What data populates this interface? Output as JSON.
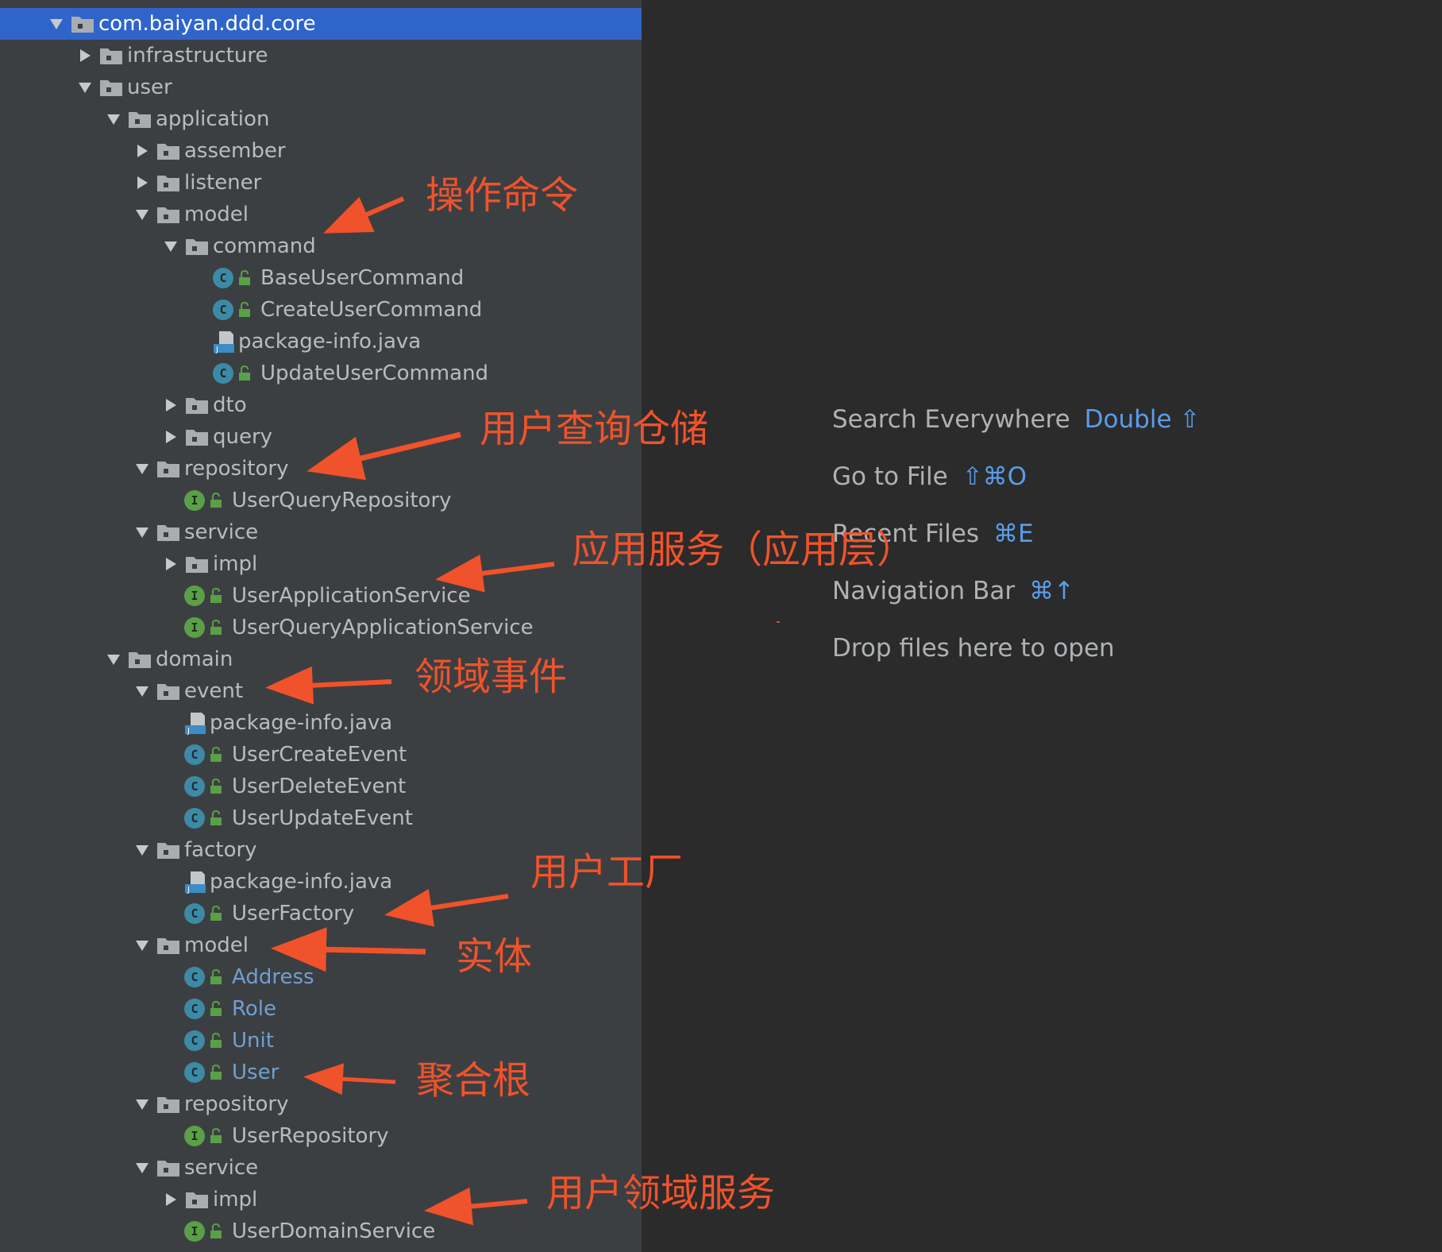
{
  "colors": {
    "tree_bg": "#3c3f41",
    "editor_bg": "#2b2b2b",
    "selection": "#2f65ca",
    "text": "#bbbbbb",
    "linked_text": "#6f9fd2",
    "shortcut": "#5a9de9",
    "annotation": "#f0522b",
    "class_icon": "#3d8aa6",
    "interface_icon": "#59a047"
  },
  "tree": [
    {
      "label": "com.baiyan.ddd.core",
      "type": "folder",
      "depth": 0,
      "expanded": true,
      "selected": true
    },
    {
      "label": "infrastructure",
      "type": "folder",
      "depth": 1,
      "expanded": false
    },
    {
      "label": "user",
      "type": "folder",
      "depth": 1,
      "expanded": true
    },
    {
      "label": "application",
      "type": "folder",
      "depth": 2,
      "expanded": true
    },
    {
      "label": "assember",
      "type": "folder",
      "depth": 3,
      "expanded": false
    },
    {
      "label": "listener",
      "type": "folder",
      "depth": 3,
      "expanded": false
    },
    {
      "label": "model",
      "type": "folder",
      "depth": 3,
      "expanded": true
    },
    {
      "label": "command",
      "type": "folder",
      "depth": 4,
      "expanded": true
    },
    {
      "label": "BaseUserCommand",
      "type": "class",
      "depth": 5
    },
    {
      "label": "CreateUserCommand",
      "type": "class",
      "depth": 5
    },
    {
      "label": "package-info.java",
      "type": "java",
      "depth": 5
    },
    {
      "label": "UpdateUserCommand",
      "type": "class",
      "depth": 5
    },
    {
      "label": "dto",
      "type": "folder",
      "depth": 4,
      "expanded": false
    },
    {
      "label": "query",
      "type": "folder",
      "depth": 4,
      "expanded": false
    },
    {
      "label": "repository",
      "type": "folder",
      "depth": 3,
      "expanded": true
    },
    {
      "label": "UserQueryRepository",
      "type": "interface",
      "depth": 4
    },
    {
      "label": "service",
      "type": "folder",
      "depth": 3,
      "expanded": true
    },
    {
      "label": "impl",
      "type": "folder",
      "depth": 4,
      "expanded": false
    },
    {
      "label": "UserApplicationService",
      "type": "interface",
      "depth": 4
    },
    {
      "label": "UserQueryApplicationService",
      "type": "interface",
      "depth": 4
    },
    {
      "label": "domain",
      "type": "folder",
      "depth": 2,
      "expanded": true
    },
    {
      "label": "event",
      "type": "folder",
      "depth": 3,
      "expanded": true
    },
    {
      "label": "package-info.java",
      "type": "java",
      "depth": 4
    },
    {
      "label": "UserCreateEvent",
      "type": "class",
      "depth": 4
    },
    {
      "label": "UserDeleteEvent",
      "type": "class",
      "depth": 4
    },
    {
      "label": "UserUpdateEvent",
      "type": "class",
      "depth": 4
    },
    {
      "label": "factory",
      "type": "folder",
      "depth": 3,
      "expanded": true
    },
    {
      "label": "package-info.java",
      "type": "java",
      "depth": 4
    },
    {
      "label": "UserFactory",
      "type": "class",
      "depth": 4
    },
    {
      "label": "model",
      "type": "folder",
      "depth": 3,
      "expanded": true
    },
    {
      "label": "Address",
      "type": "class",
      "depth": 4,
      "linked": true
    },
    {
      "label": "Role",
      "type": "class",
      "depth": 4,
      "linked": true
    },
    {
      "label": "Unit",
      "type": "class",
      "depth": 4,
      "linked": true
    },
    {
      "label": "User",
      "type": "class",
      "depth": 4,
      "linked": true
    },
    {
      "label": "repository",
      "type": "folder",
      "depth": 3,
      "expanded": true
    },
    {
      "label": "UserRepository",
      "type": "interface",
      "depth": 4
    },
    {
      "label": "service",
      "type": "folder",
      "depth": 3,
      "expanded": true
    },
    {
      "label": "impl",
      "type": "folder",
      "depth": 4,
      "expanded": false
    },
    {
      "label": "UserDomainService",
      "type": "interface",
      "depth": 4
    }
  ],
  "editor": {
    "hints": [
      {
        "label": "Search Everywhere",
        "shortcut": "Double ⇧"
      },
      {
        "label": "Go to File",
        "shortcut": "⇧⌘O"
      },
      {
        "label": "Recent Files",
        "shortcut": "⌘E"
      },
      {
        "label": "Navigation Bar",
        "shortcut": "⌘↑"
      },
      {
        "label": "Drop files here to open",
        "shortcut": ""
      }
    ]
  },
  "annotations": [
    {
      "id": "command",
      "text": "操作命令"
    },
    {
      "id": "query-repository",
      "text": "用户查询仓储"
    },
    {
      "id": "application-service",
      "text": "应用服务（应用层）"
    },
    {
      "id": "domain-event",
      "text": "领域事件"
    },
    {
      "id": "user-factory",
      "text": "用户工厂"
    },
    {
      "id": "entity",
      "text": "实体"
    },
    {
      "id": "aggregate-root",
      "text": "聚合根"
    },
    {
      "id": "domain-service",
      "text": "用户领域服务"
    }
  ]
}
